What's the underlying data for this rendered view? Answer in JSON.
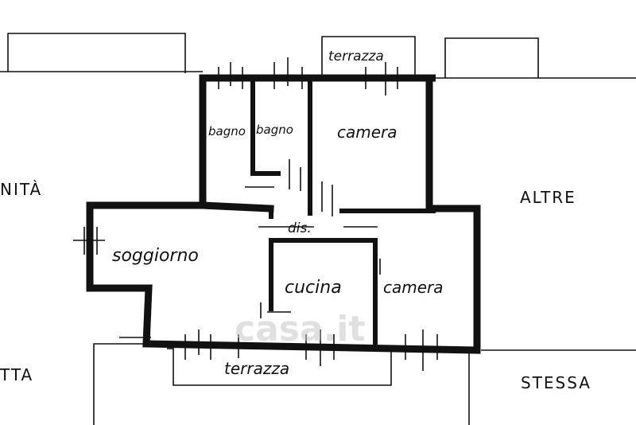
{
  "rooms": {
    "terrazza_top": "terrazza",
    "bagno_1": "bagno",
    "bagno_2": "bagno",
    "camera_top": "camera",
    "dis": "dis.",
    "soggiorno": "soggiorno",
    "cucina": "cucina",
    "camera_right": "camera",
    "terrazza_bottom": "terrazza"
  },
  "surroundings": {
    "left_top": "NITÀ",
    "left_bottom": "TTA",
    "right_top": "ALTRE",
    "right_bottom": "STESSA"
  },
  "watermark": "casa.it"
}
